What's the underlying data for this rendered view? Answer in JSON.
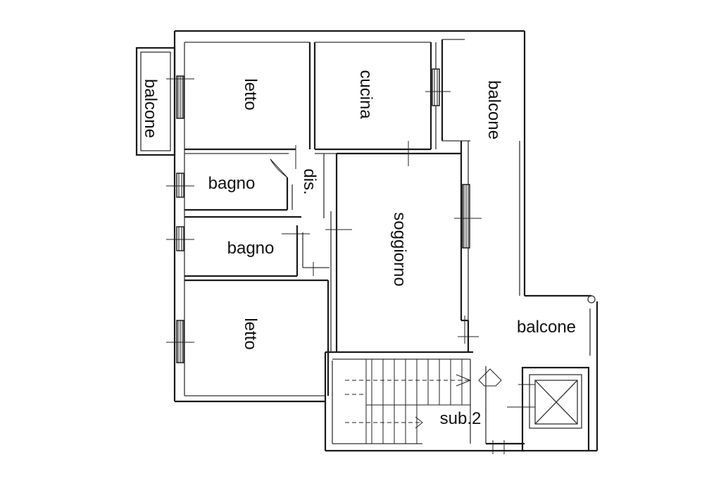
{
  "plan": {
    "rooms": [
      {
        "key": "balcone_left",
        "label": "balcone"
      },
      {
        "key": "letto_top",
        "label": "letto"
      },
      {
        "key": "cucina",
        "label": "cucina"
      },
      {
        "key": "balcone_right",
        "label": "balcone"
      },
      {
        "key": "bagno_top",
        "label": "bagno"
      },
      {
        "key": "dis",
        "label": "dis."
      },
      {
        "key": "soggiorno",
        "label": "soggiorno"
      },
      {
        "key": "bagno_bottom",
        "label": "bagno"
      },
      {
        "key": "letto_bottom",
        "label": "letto"
      },
      {
        "key": "balcone_corner",
        "label": "balcone"
      },
      {
        "key": "sub2",
        "label": "sub.2"
      }
    ]
  }
}
